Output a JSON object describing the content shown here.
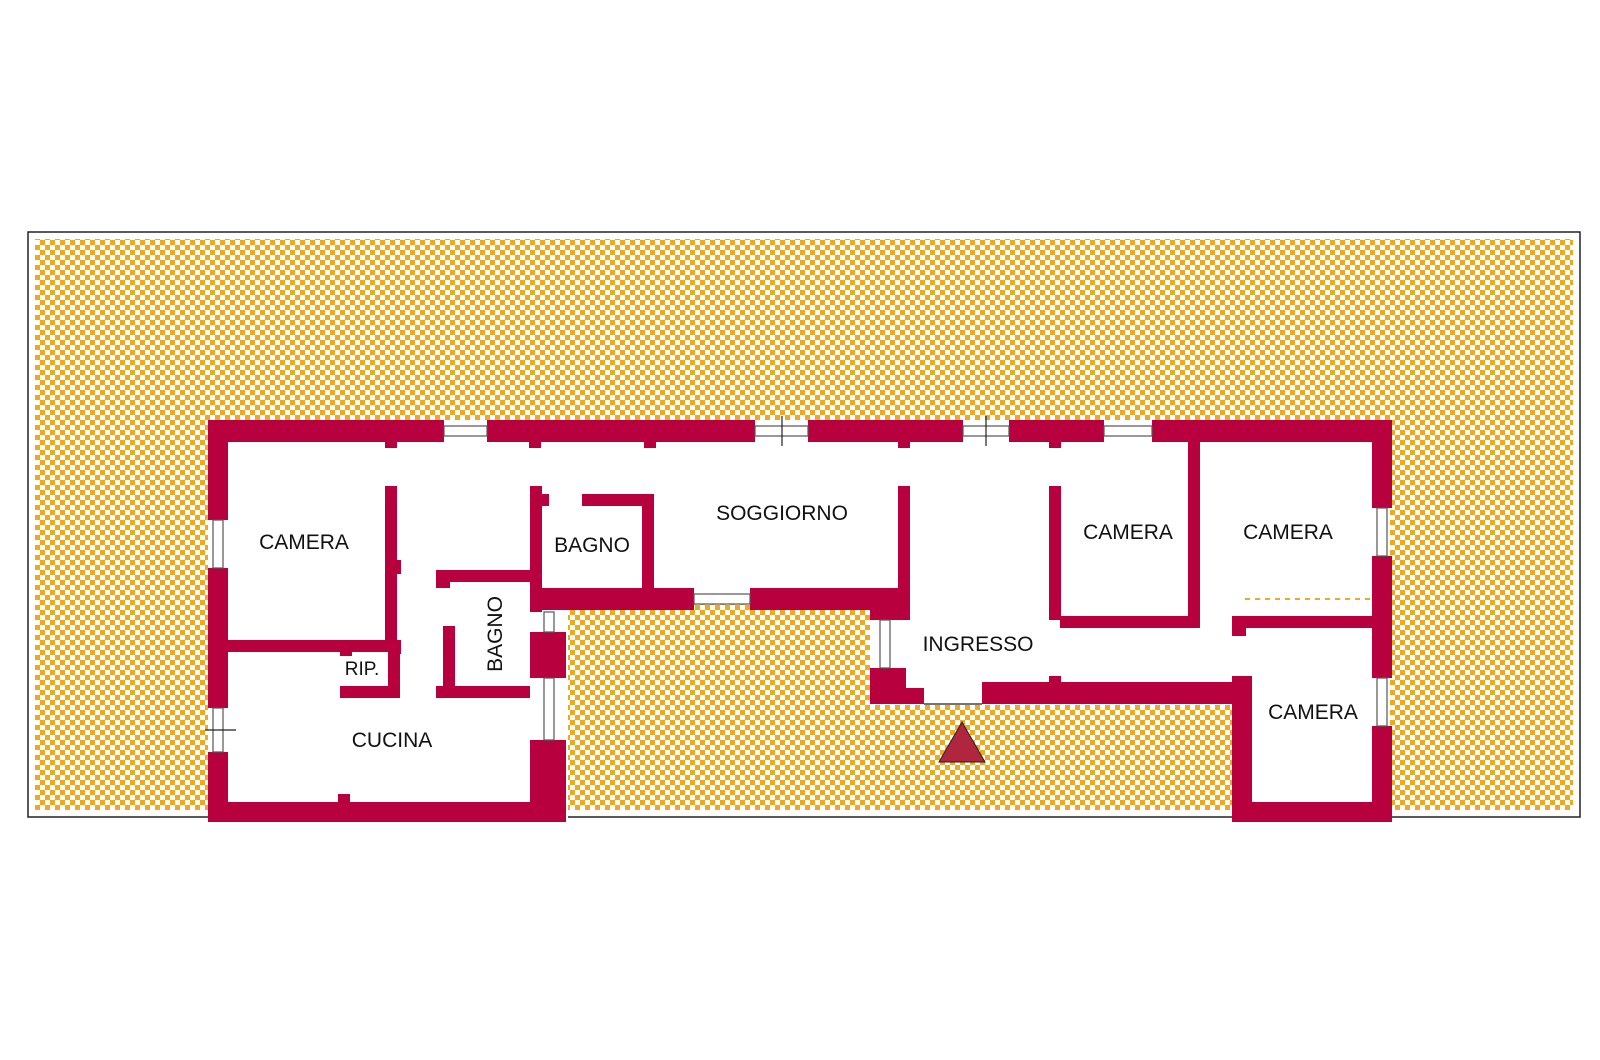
{
  "colors": {
    "wall": "#b8003f",
    "terrace_check_a": "#f0a81e",
    "terrace_check_b": "#ffffff",
    "entry_marker": "#b0263e",
    "window": "#555555",
    "outline": "#222222"
  },
  "rooms": {
    "camera_1": "CAMERA",
    "rip": "RIP.",
    "cucina": "CUCINA",
    "bagno_vertical": "BAGNO",
    "bagno": "BAGNO",
    "soggiorno": "SOGGIORNO",
    "ingresso": "INGRESSO",
    "camera_2": "CAMERA",
    "camera_3": "CAMERA",
    "camera_4": "CAMERA"
  },
  "icons": {
    "entrance": "entrance-triangle-icon"
  }
}
